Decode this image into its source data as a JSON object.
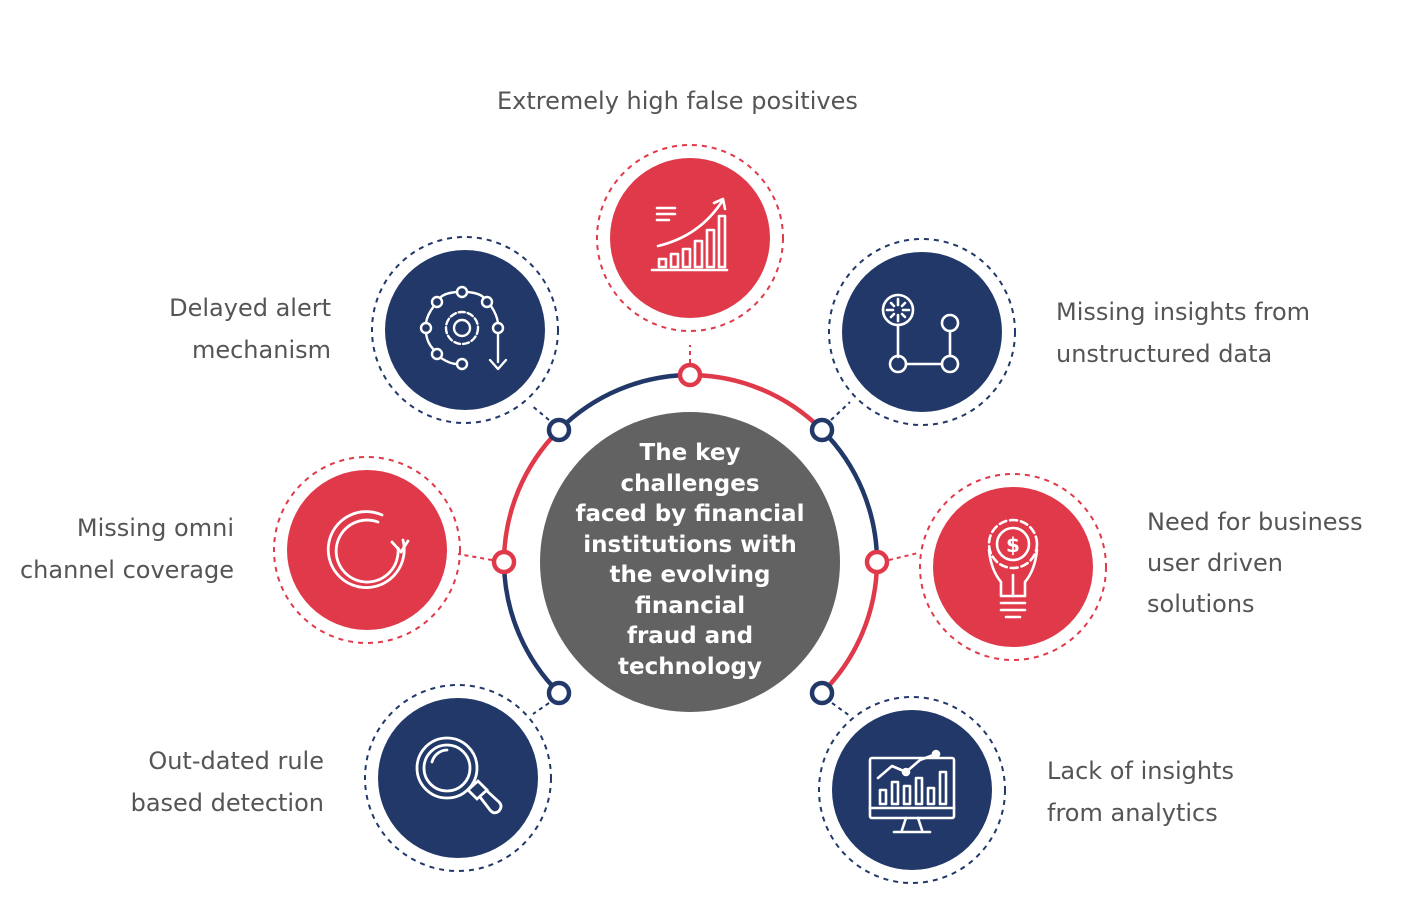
{
  "center": {
    "lines": [
      "The key",
      "challenges",
      "faced by financial",
      "institutions with",
      "the evolving",
      "financial",
      "fraud and",
      "technology"
    ]
  },
  "challenges": [
    {
      "id": "false-positives",
      "lines": [
        "Extremely high false positives"
      ],
      "icon": "growth-chart-icon",
      "color": "red"
    },
    {
      "id": "unstructured-data",
      "lines": [
        "Missing insights from",
        "unstructured data"
      ],
      "icon": "data-nodes-icon",
      "color": "navy"
    },
    {
      "id": "business-user",
      "lines": [
        "Need for business",
        "user driven",
        "solutions"
      ],
      "icon": "lightbulb-dollar-icon",
      "color": "red"
    },
    {
      "id": "analytics",
      "lines": [
        "Lack of insights",
        "from analytics"
      ],
      "icon": "analytics-monitor-icon",
      "color": "navy"
    },
    {
      "id": "rule-based",
      "lines": [
        "Out-dated rule",
        "based detection"
      ],
      "icon": "magnifier-icon",
      "color": "navy"
    },
    {
      "id": "omni-channel",
      "lines": [
        "Missing omni",
        "channel coverage"
      ],
      "icon": "refresh-cycle-icon",
      "color": "red"
    },
    {
      "id": "delayed-alert",
      "lines": [
        "Delayed alert",
        "mechanism"
      ],
      "icon": "gear-network-icon",
      "color": "navy"
    }
  ],
  "colors": {
    "red": "#e03a4a",
    "navy": "#213869",
    "grey": "#626262",
    "text": "#555555"
  }
}
